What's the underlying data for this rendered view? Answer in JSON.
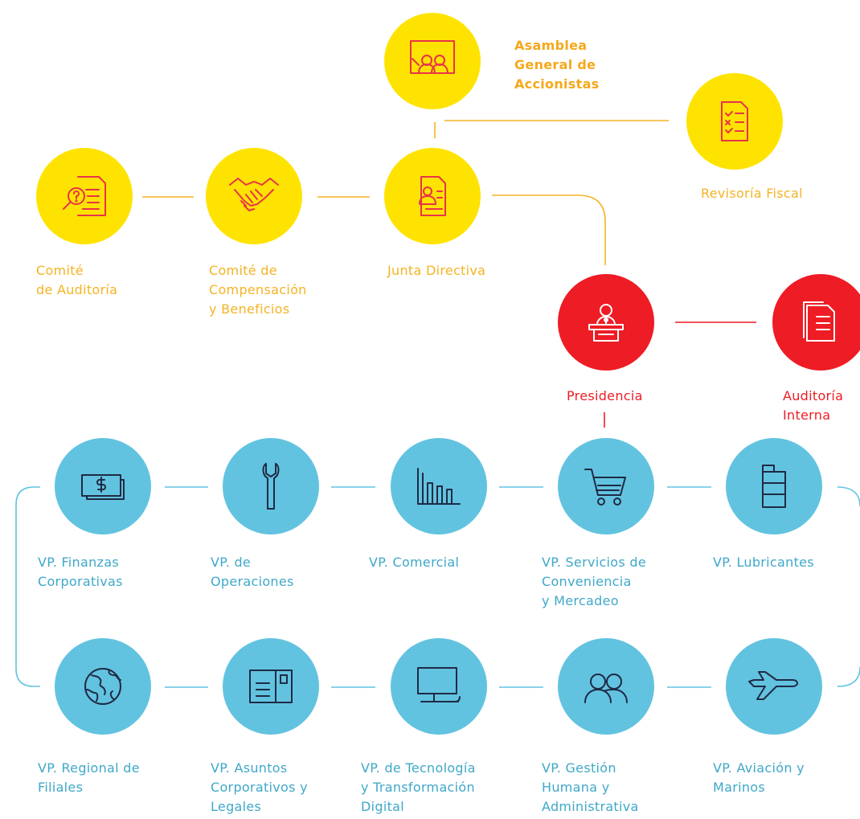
{
  "colors": {
    "governance": "#ffe300",
    "executive": "#ee1c25",
    "vicepresidency": "#62c3e0",
    "icon_stroke_governance": "#e8334a",
    "icon_stroke_executive": "#ffffff",
    "icon_stroke_vp": "#1f2a44",
    "line_governance": "#f5b323",
    "line_executive": "#ee1c25",
    "line_vp": "#62c3e0"
  },
  "governance": {
    "asamblea": {
      "label": "Asamblea\nGeneral de\nAccionistas",
      "icon": "presentation-icon"
    },
    "revisoria": {
      "label": "Revisoría Fiscal",
      "icon": "checklist-icon"
    },
    "auditoria_comite": {
      "label": "Comité\nde Auditoría",
      "icon": "document-search-icon"
    },
    "compensacion": {
      "label": "Comité de\nCompensación\ny Beneficios",
      "icon": "handshake-icon"
    },
    "junta": {
      "label": "Junta Directiva",
      "icon": "profile-document-icon"
    }
  },
  "executive": {
    "presidencia": {
      "label": "Presidencia",
      "icon": "podium-speaker-icon"
    },
    "auditoria_interna": {
      "label": "Auditoría\nInterna",
      "icon": "files-icon"
    }
  },
  "vicepresidencies": {
    "row1": [
      {
        "label": "VP. Finanzas\nCorporativas",
        "icon": "money-bill-icon"
      },
      {
        "label": "VP. de\nOperaciones",
        "icon": "wrench-icon"
      },
      {
        "label": "VP. Comercial",
        "icon": "bar-chart-icon"
      },
      {
        "label": "VP. Servicios de\nConveniencia\ny Mercadeo",
        "icon": "shopping-cart-icon"
      },
      {
        "label": "VP. Lubricantes",
        "icon": "oil-can-icon"
      }
    ],
    "row2": [
      {
        "label": "VP. Regional de\nFiliales",
        "icon": "globe-icon"
      },
      {
        "label": "VP. Asuntos\nCorporativos y\nLegales",
        "icon": "mail-postcard-icon"
      },
      {
        "label": "VP. de Tecnología\ny Transformación\nDigital",
        "icon": "computer-monitor-icon"
      },
      {
        "label": "VP. Gestión\nHumana y\nAdministrativa",
        "icon": "people-group-icon"
      },
      {
        "label": "VP. Aviación y\nMarinos",
        "icon": "airplane-icon"
      }
    ]
  }
}
